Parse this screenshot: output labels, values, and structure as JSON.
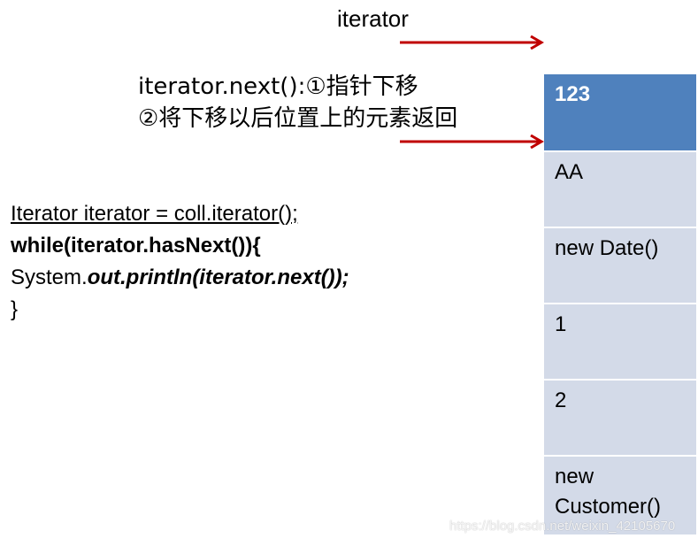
{
  "top_label": "iterator",
  "description": {
    "line1": "iterator.next():①指针下移",
    "line2": "②将下移以后位置上的元素返回"
  },
  "code": {
    "line1": "Iterator iterator = coll.iterator();",
    "line2": "while(iterator.hasNext()){",
    "line3_prefix": "System.",
    "line3_suffix": "out.println(iterator.next());",
    "line4": "}"
  },
  "collection": {
    "items": [
      "123",
      "AA",
      "new Date()",
      "1",
      "2",
      "new Customer()"
    ]
  },
  "watermark": "https://blog.csdn.net/weixin_42105670",
  "colors": {
    "arrow": "#c00000",
    "head_cell": "#4f81bd",
    "cell": "#d3dae8"
  },
  "icons": [
    "arrow-right-icon"
  ]
}
